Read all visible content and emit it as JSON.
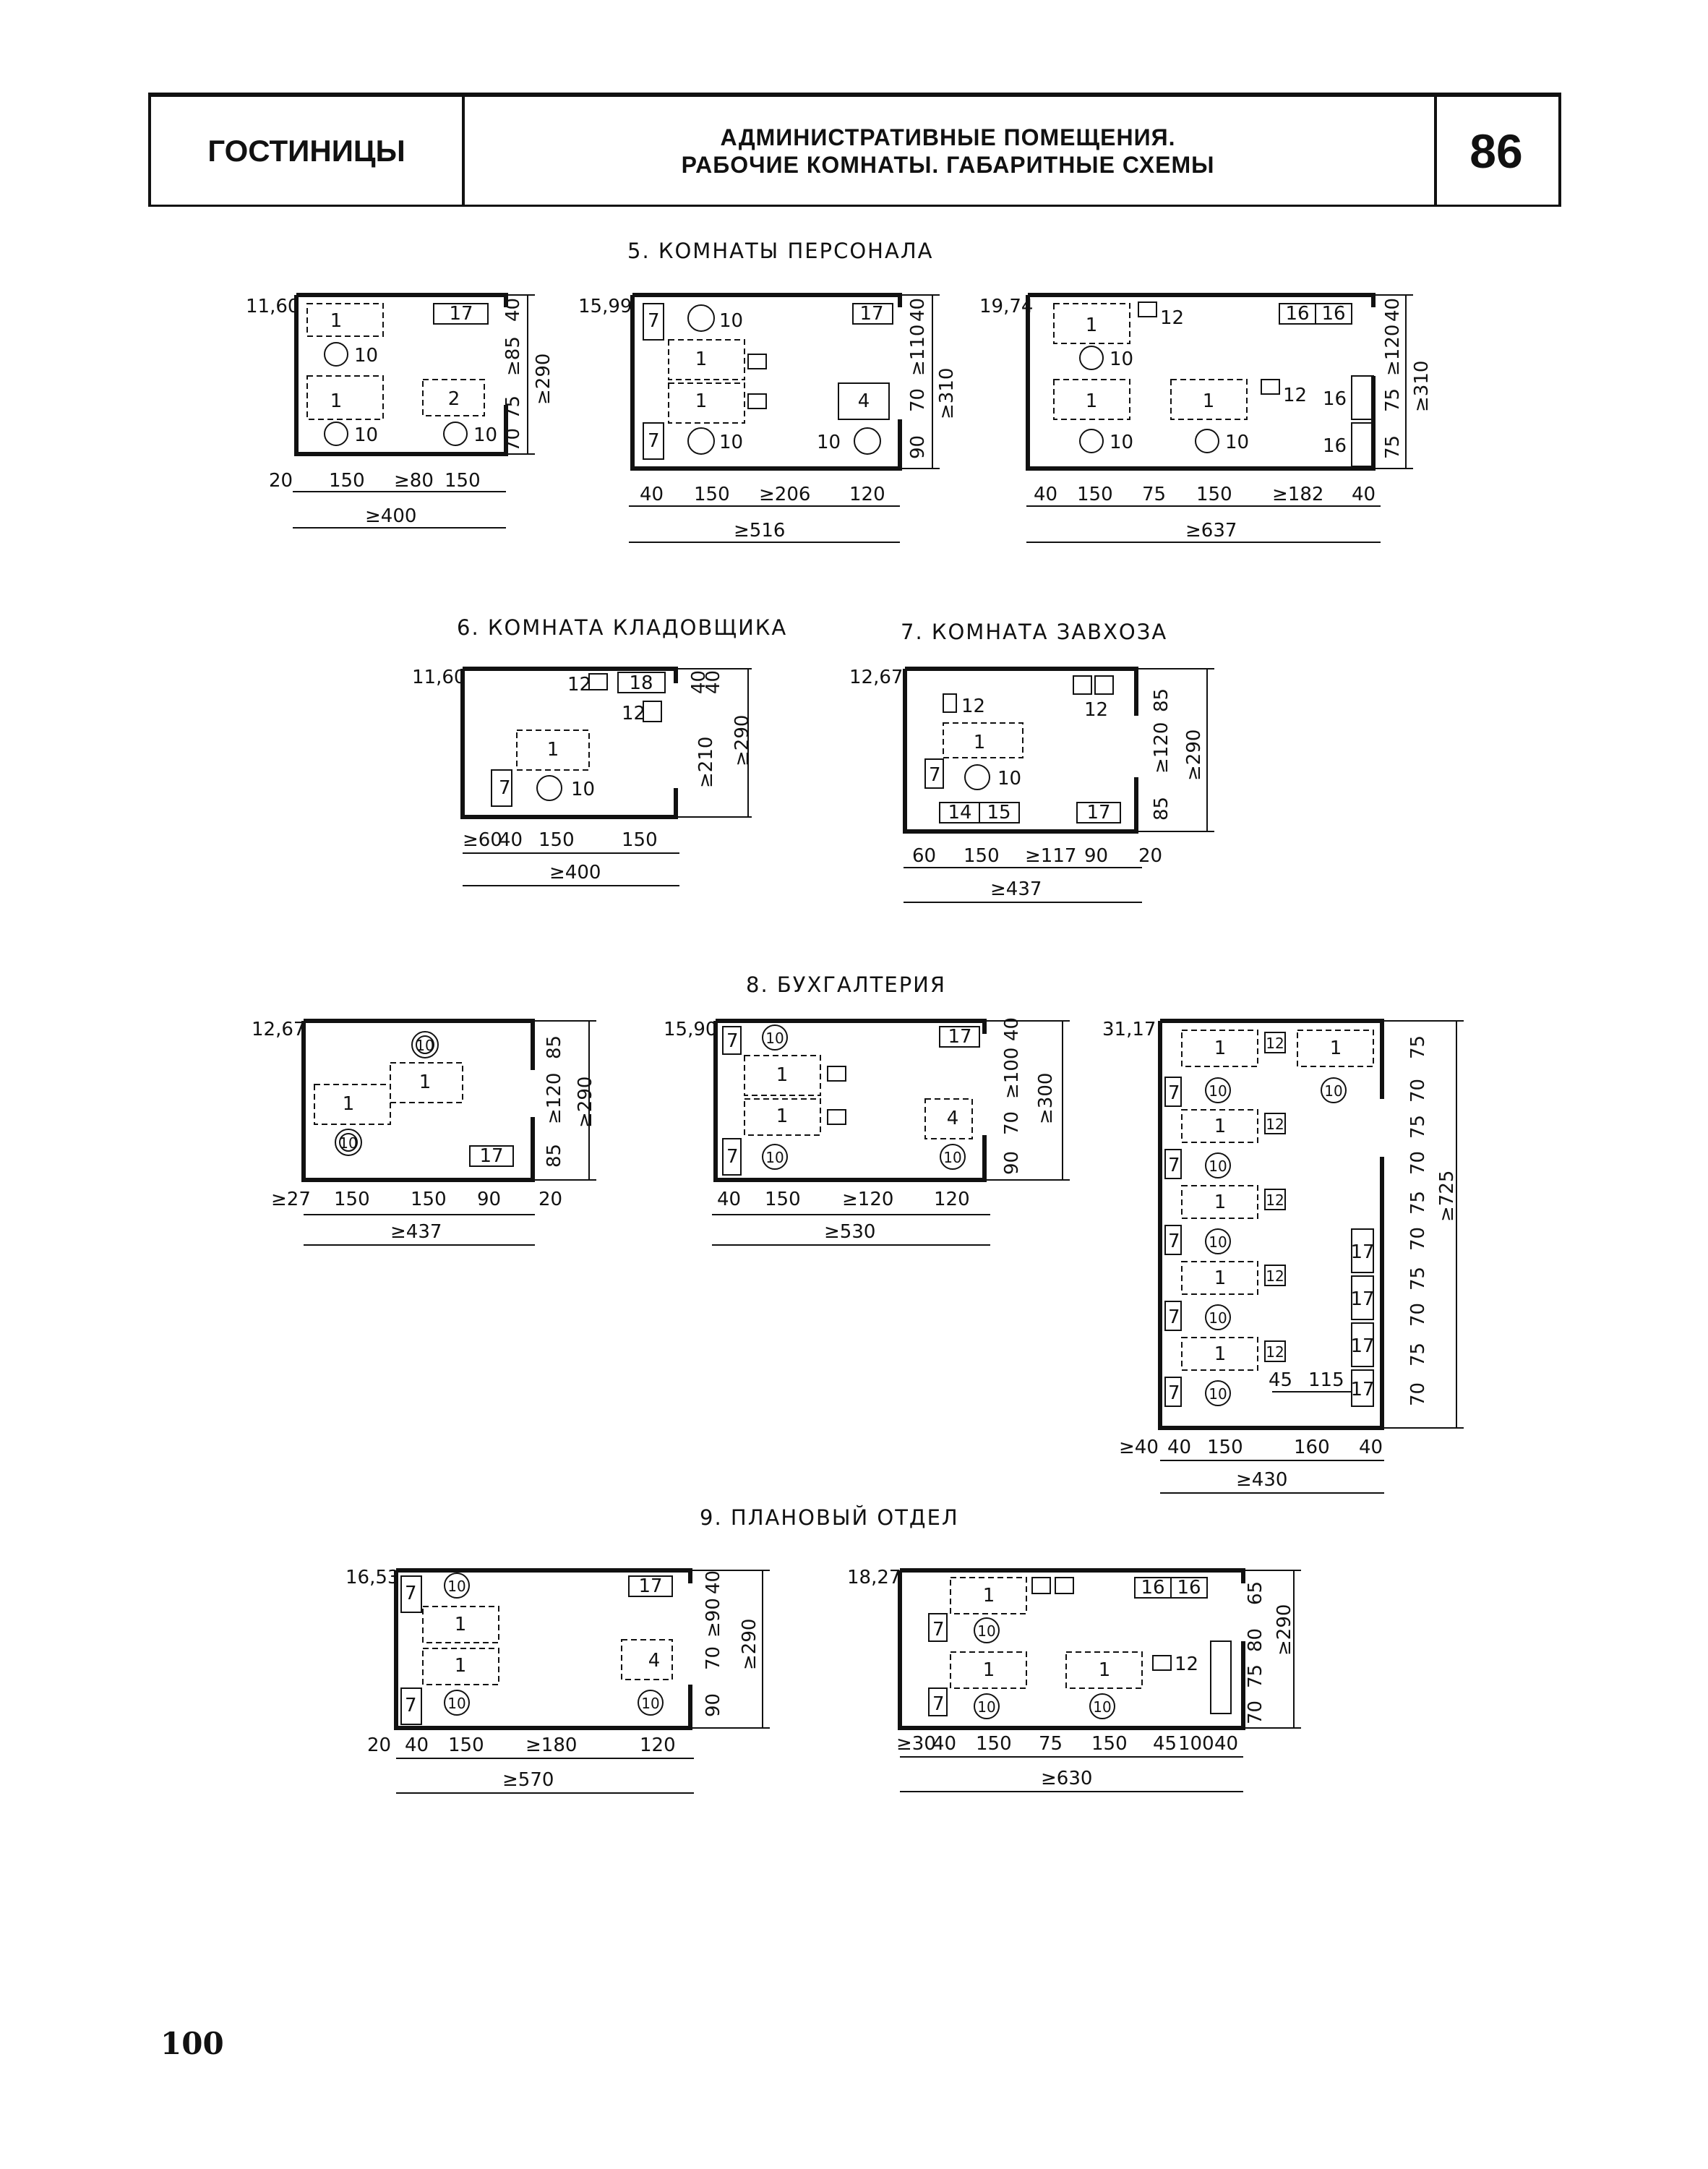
{
  "header": {
    "left": "ГОСТИНИЦЫ",
    "title_line1": "АДМИНИСТРАТИВНЫЕ ПОМЕЩЕНИЯ.",
    "title_line2": "РАБОЧИЕ КОМНАТЫ. ГАБАРИТНЫЕ СХЕМЫ",
    "sheet": "86"
  },
  "sections": {
    "s5": "5. КОМНАТЫ ПЕРСОНАЛА",
    "s6": "6. КОМНАТА КЛАДОВЩИКА",
    "s7": "7. КОМНАТА ЗАВХОЗА",
    "s8": "8. БУХГАЛТЕРИЯ",
    "s9": "9. ПЛАНОВЫЙ ОТДЕЛ"
  },
  "plans": {
    "p5a": {
      "area": "11,60",
      "width": "≥400",
      "dims_h": [
        "20",
        "150",
        "≥80",
        "150"
      ],
      "dims_v": [
        "40",
        "≥85",
        "75",
        "70",
        "≥290"
      ]
    },
    "p5b": {
      "area": "15,99",
      "width": "≥516",
      "dims_h": [
        "40",
        "150",
        "≥206",
        "120"
      ],
      "dims_v": [
        "40",
        "≥110",
        "70",
        "90",
        "≥310"
      ]
    },
    "p5c": {
      "area": "19,74",
      "width": "≥637",
      "dims_h": [
        "40",
        "150",
        "75",
        "150",
        "≥182",
        "40"
      ],
      "dims_v": [
        "40",
        "≥120",
        "75",
        "75",
        "≥310"
      ]
    },
    "p6": {
      "area": "11,60",
      "width": "≥400",
      "dims_h": [
        "≥60",
        "40",
        "150",
        "150"
      ],
      "dims_v": [
        "40",
        "40",
        "≥210",
        "≥290"
      ]
    },
    "p7": {
      "area": "12,67",
      "width": "≥437",
      "dims_h": [
        "60",
        "150",
        "≥117",
        "90",
        "20"
      ],
      "dims_v": [
        "85",
        "≥120",
        "85",
        "≥290"
      ]
    },
    "p8a": {
      "area": "12,67",
      "width": "≥437",
      "dims_h": [
        "≥27",
        "150",
        "150",
        "90",
        "20"
      ],
      "dims_v": [
        "85",
        "≥120",
        "85",
        "≥290"
      ]
    },
    "p8b": {
      "area": "15,90",
      "width": "≥530",
      "dims_h": [
        "40",
        "150",
        "≥120",
        "120"
      ],
      "dims_v": [
        "40",
        "≥100",
        "70",
        "90",
        "≥300"
      ]
    },
    "p8c": {
      "area": "31,17",
      "width": "≥430",
      "dims_h": [
        "≥40",
        "40",
        "150",
        "160",
        "40"
      ],
      "dims_v": [
        "75",
        "70",
        "75",
        "70",
        "75",
        "70",
        "75",
        "70",
        "75",
        "70",
        "≥725"
      ],
      "inner": [
        "45",
        "115"
      ]
    },
    "p9a": {
      "area": "16,53",
      "width": "≥570",
      "dims_h": [
        "20",
        "40",
        "150",
        "≥180",
        "120"
      ],
      "dims_v": [
        "40",
        "≥90",
        "70",
        "90",
        "≥290"
      ]
    },
    "p9b": {
      "area": "18,27",
      "width": "≥630",
      "dims_h": [
        "≥30",
        "40",
        "150",
        "75",
        "150",
        "45",
        "100",
        "40"
      ],
      "dims_v": [
        "65",
        "80",
        "75",
        "70",
        "≥290"
      ]
    }
  },
  "labels": {
    "desk": "1",
    "safe": "2",
    "table": "4",
    "cabinet": "7",
    "chair": "10",
    "shelf": "12",
    "counter14": "14",
    "counter15": "15",
    "wardrobe16": "16",
    "cabinet17": "17",
    "rack18": "18"
  },
  "page_number": "100"
}
